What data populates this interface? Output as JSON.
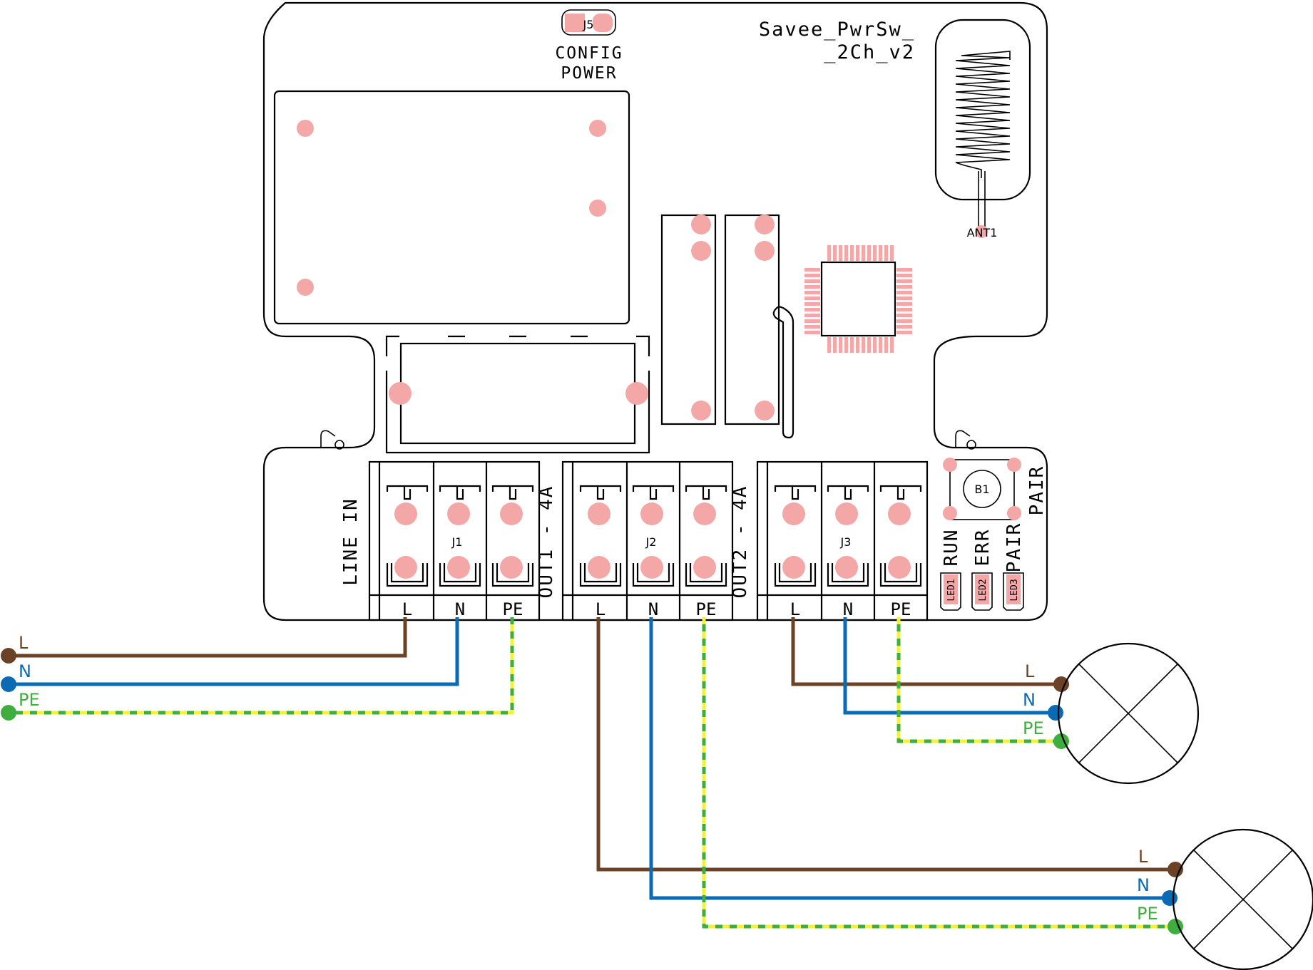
{
  "board": {
    "title_line1": "Savee_PwrSw_",
    "title_line2": "_2Ch_v2",
    "jumper_ref": "J5",
    "jumper_label_line1": "CONFIG",
    "jumper_label_line2": "POWER",
    "antenna_ref": "ANT1",
    "button_ref": "B1",
    "button_label": "PAIR"
  },
  "terminal_blocks": [
    {
      "ref": "J1",
      "side_label": "LINE IN",
      "terminals": [
        "L",
        "N",
        "PE"
      ]
    },
    {
      "ref": "J2",
      "side_label": "OUT1 - 4A",
      "terminals": [
        "L",
        "N",
        "PE"
      ]
    },
    {
      "ref": "J3",
      "side_label": "OUT2 - 4A",
      "terminals": [
        "L",
        "N",
        "PE"
      ]
    }
  ],
  "leds": [
    {
      "ref": "LED1",
      "label": "RUN"
    },
    {
      "ref": "LED2",
      "label": "ERR"
    },
    {
      "ref": "LED3",
      "label": "PAIR"
    }
  ],
  "wiring": {
    "line_in_labels": [
      "L",
      "N",
      "PE"
    ],
    "lamp1_labels": [
      "L",
      "N",
      "PE"
    ],
    "lamp2_labels": [
      "L",
      "N",
      "PE"
    ]
  },
  "colors": {
    "live_wire": "#6b4226",
    "neutral_wire": "#0a6ab3",
    "earth_wire_green": "#3fae3f",
    "earth_wire_yellow": "#f2f23a",
    "pad": "#f4a7a7",
    "outline": "#000000"
  }
}
